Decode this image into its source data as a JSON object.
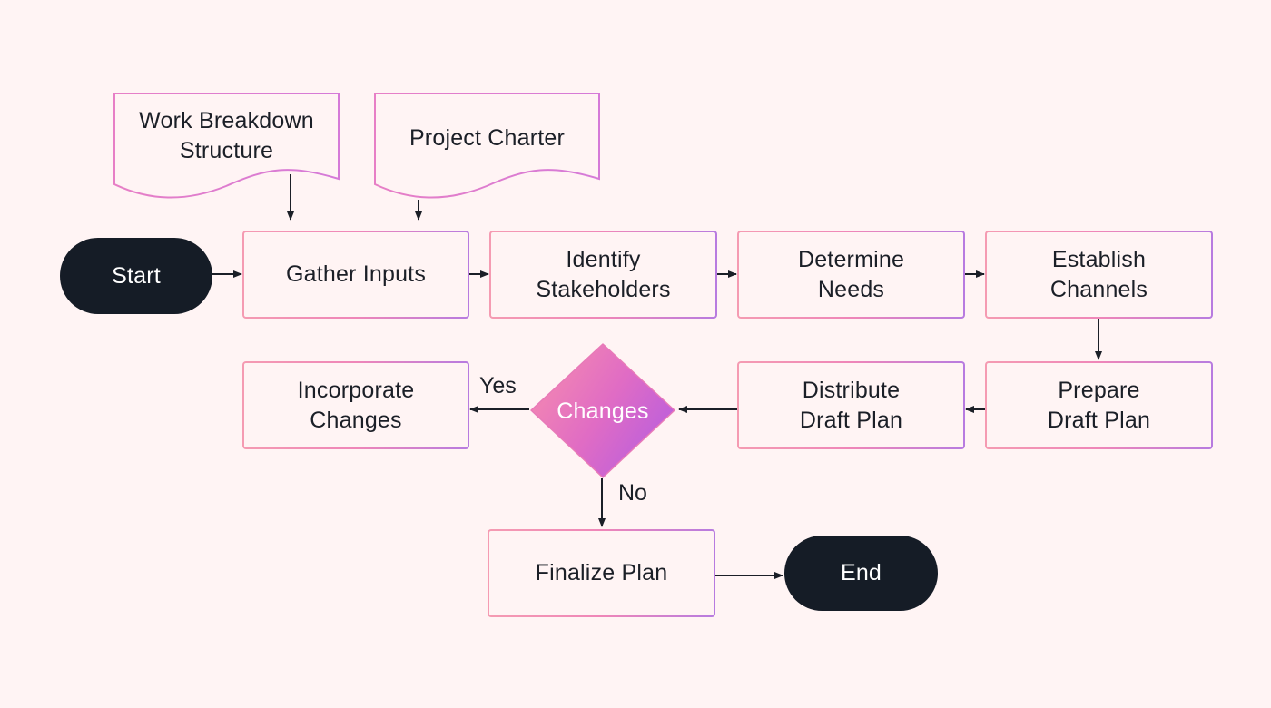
{
  "nodes": {
    "wbs": "Work Breakdown\nStructure",
    "charter": "Project Charter",
    "start": "Start",
    "gather": "Gather Inputs",
    "identify": "Identify\nStakeholders",
    "determine": "Determine\nNeeds",
    "establish": "Establish\nChannels",
    "prepare": "Prepare\nDraft Plan",
    "distribute": "Distribute\nDraft Plan",
    "changes": "Changes",
    "incorporate": "Incorporate\nChanges",
    "finalize": "Finalize Plan",
    "end": "End"
  },
  "edge_labels": {
    "yes": "Yes",
    "no": "No"
  },
  "colors": {
    "background": "#fff4f4",
    "terminal": "#151c26",
    "border_start": "#f59bb2",
    "border_end": "#b77be0",
    "diamond_start": "#f58ab0",
    "diamond_end": "#b65de0",
    "connector": "#1b1f27"
  }
}
